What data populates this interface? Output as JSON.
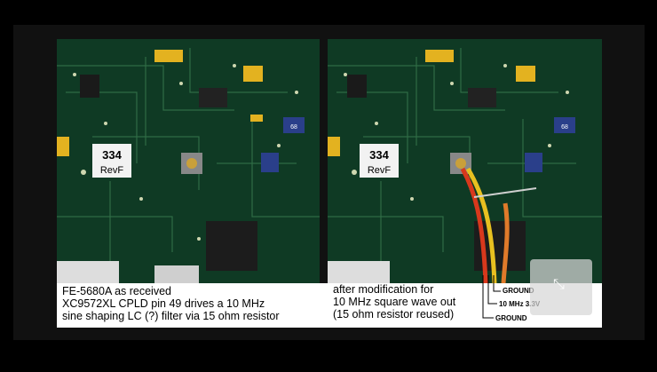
{
  "caption_left": {
    "line1": "FE-5680A as received",
    "line2": "XC9572XL CPLD pin 49 drives a 10 MHz",
    "line3": "sine shaping LC (?) filter via 15 ohm resistor"
  },
  "caption_right": {
    "line1": "after modification for",
    "line2": "10 MHz square wave out",
    "line3": "(15 ohm resistor reused)"
  },
  "wire_labels": {
    "ground_top": "GROUND",
    "signal": "10 MHz 3.3V",
    "ground_bottom": "GROUND"
  },
  "board_labels": {
    "left_number": "334",
    "left_rev": "RevF",
    "right_number": "334",
    "right_rev": "RevF",
    "chip_left": "68",
    "chip_right": "68"
  },
  "icons": {
    "overlay": "expand-icon"
  },
  "colors": {
    "pcb": "#0f3a24",
    "wire_red": "#d8381c",
    "wire_yellow": "#e8c020",
    "wire_orange": "#e07a2a"
  }
}
